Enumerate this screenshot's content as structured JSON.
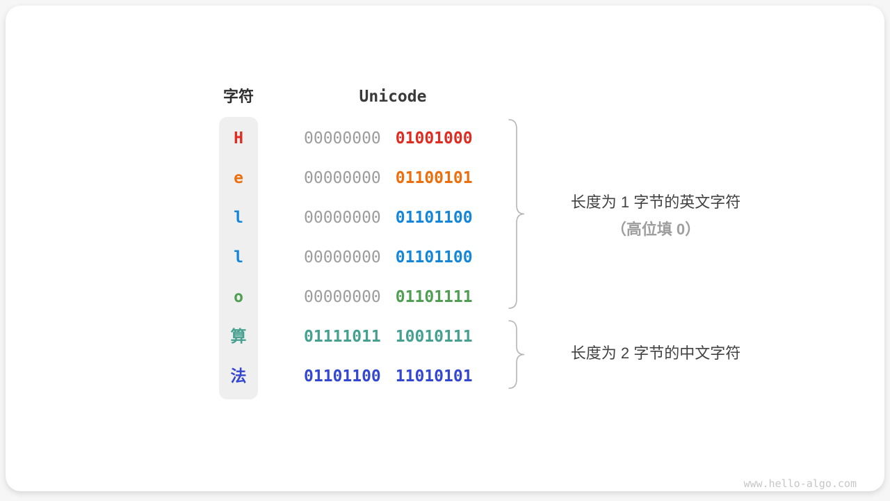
{
  "table": {
    "char_header": "字符",
    "unicode_header": "Unicode",
    "rows": [
      {
        "char": "H",
        "color": "#e02b20",
        "byte1": "00000000",
        "byte1_muted": true,
        "byte2": "01001000"
      },
      {
        "char": "e",
        "color": "#ed6e0d",
        "byte1": "00000000",
        "byte1_muted": true,
        "byte2": "01100101"
      },
      {
        "char": "l",
        "color": "#1486d9",
        "byte1": "00000000",
        "byte1_muted": true,
        "byte2": "01101100"
      },
      {
        "char": "l",
        "color": "#1486d9",
        "byte1": "00000000",
        "byte1_muted": true,
        "byte2": "01101100"
      },
      {
        "char": "o",
        "color": "#4f9e52",
        "byte1": "00000000",
        "byte1_muted": true,
        "byte2": "01101111"
      },
      {
        "char": "算",
        "color": "#45a08f",
        "byte1": "01111011",
        "byte1_muted": false,
        "byte2": "10010111"
      },
      {
        "char": "法",
        "color": "#3347d1",
        "byte1": "01101100",
        "byte1_muted": false,
        "byte2": "11010101"
      }
    ]
  },
  "groups": [
    {
      "lines": [
        {
          "text": "长度为 1 字节的英文字符"
        },
        {
          "text": "（高位填 0）"
        }
      ]
    },
    {
      "lines": [
        {
          "text": "长度为 2 字节的中文字符"
        }
      ]
    }
  ],
  "watermark": "www.hello-algo.com",
  "colors": {
    "muted_byte": "#9c9c9c",
    "header_text": "#2f2f2f",
    "annotation_text": "#424242",
    "annotation_muted": "#9e9e9e",
    "brace": "#b4b4b4",
    "char_column_bg": "#efefef",
    "card_bg": "#ffffff"
  }
}
